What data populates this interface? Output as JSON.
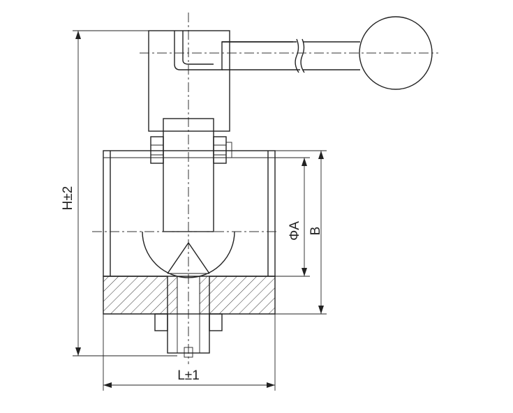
{
  "drawing": {
    "title": "",
    "labels": {
      "height": "H±2",
      "length": "L±1",
      "diameter": "ΦA",
      "b": "B"
    }
  },
  "colors": {
    "line": "#222222",
    "background": "#ffffff"
  }
}
